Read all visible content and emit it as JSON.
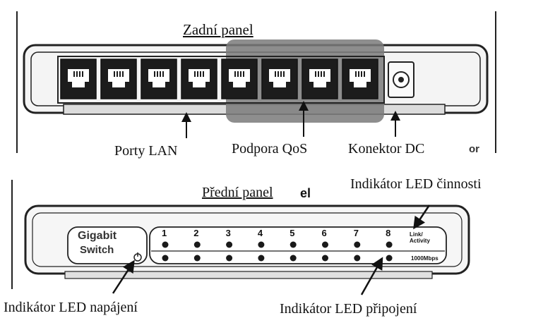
{
  "rear_panel": {
    "title": "Zadní panel",
    "labels": {
      "lan_ports": "Porty LAN",
      "qos_support": "Podpora QoS",
      "dc_connector": "Konektor DC"
    },
    "port_count": 8,
    "qos_port_count": 4,
    "stray_text": "or"
  },
  "front_panel": {
    "title": "Přední panel",
    "title_stray": "el",
    "badge_line1": "Gigabit",
    "badge_line2": "Switch",
    "port_numbers": [
      "1",
      "2",
      "3",
      "4",
      "5",
      "6",
      "7",
      "8"
    ],
    "legend_activity": "Link/ Activity",
    "legend_speed": "1000Mbps",
    "labels": {
      "activity_led": "Indikátor LED činnosti",
      "power_led": "Indikátor LED napájení",
      "link_led": "Indikátor LED připojení"
    }
  },
  "colors": {
    "qos_highlight": "#7a7a7a",
    "outline": "#222222"
  }
}
